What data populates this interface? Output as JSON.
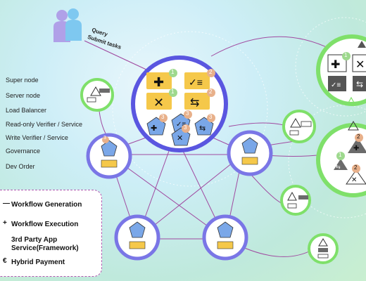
{
  "query_labels": [
    "Query",
    "Submit tasks"
  ],
  "legend_items": [
    "Super node",
    "Server node",
    "Load Balancer",
    "Read-only Verifier / Service",
    "Write Verifier / Service",
    "Governance",
    "Dev Order"
  ],
  "panel_items": [
    "Workflow Generation",
    "Workflow Execution",
    "3rd Party App Service(Framework)",
    "Hybrid Payment"
  ],
  "badges": {
    "one": "1",
    "two": "2",
    "three": "3"
  },
  "colors": {
    "node_ring": "#7fe06a",
    "super_ring": "#5a56e0",
    "link": "#a04aa0",
    "accent_yellow": "#f5c84a",
    "accent_blue": "#7aa7e8",
    "badge": "#e8b08a",
    "badge_green": "#9ed98e"
  }
}
